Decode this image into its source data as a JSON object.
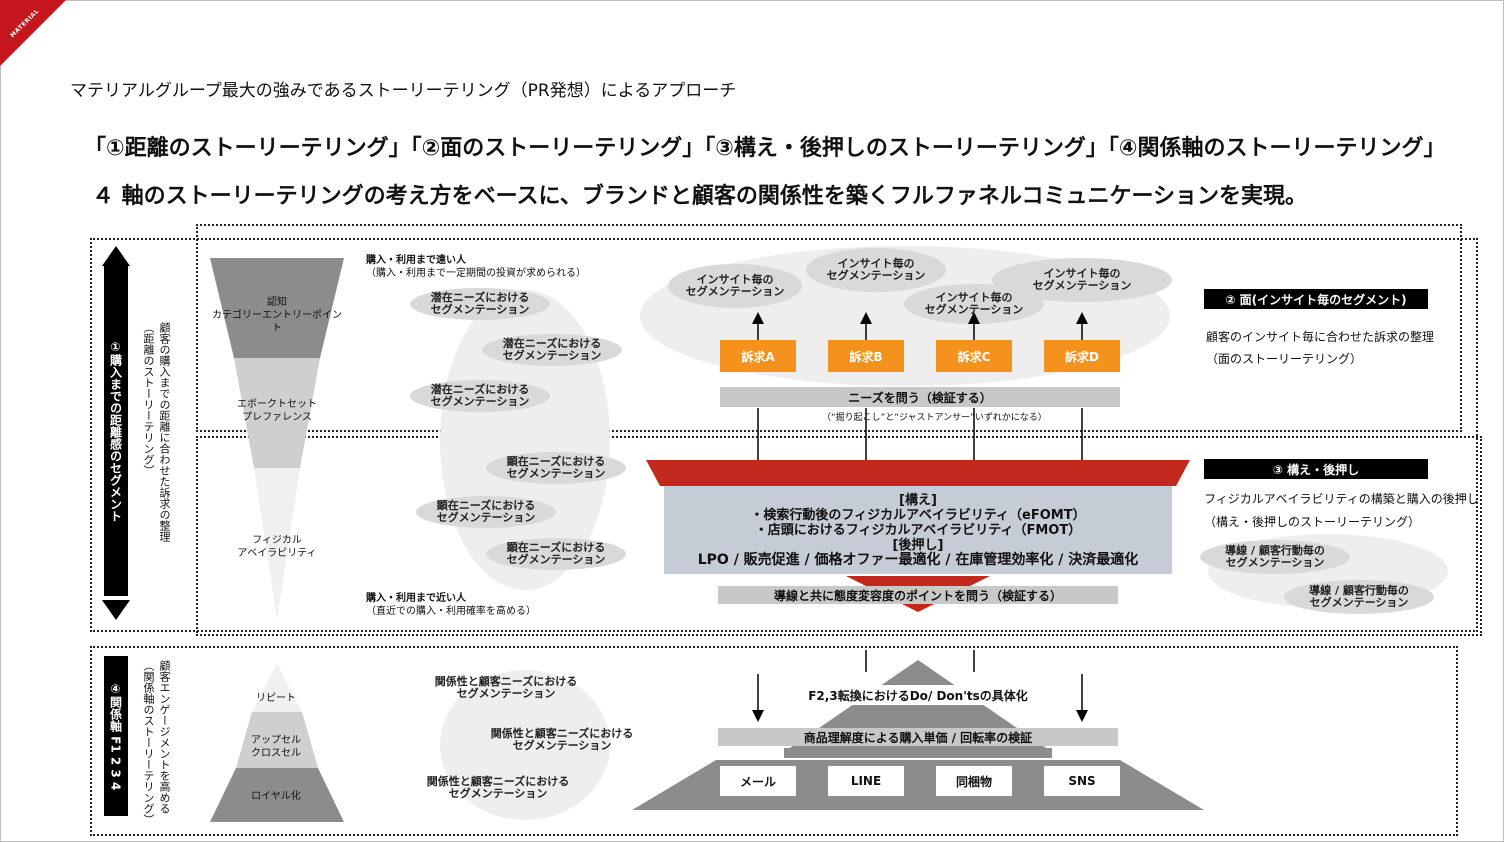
{
  "logo": {
    "text": "MATERIAL"
  },
  "subtitle": "マテリアルグループ最大の強みであるストーリーテリング（PR発想）によるアプローチ",
  "headline1": "「①距離のストーリーテリング」「②面のストーリーテリング」「③構え・後押しのストーリーテリング」「④関係軸のストーリーテリング」",
  "headline2": "４ 軸のストーリーテリングの考え方をベースに、ブランドと顧客の関係性を築くフルファネルコミュニケーションを実現。",
  "left": {
    "band1": "①購入までの距離感のセグメント",
    "band1_desc": "顧客の購入までの距離に合わせた訴求の整理（距離のストーリーテリング）",
    "band2": "④関係軸 F1 2 3 4",
    "band2_desc": "顧客エンゲージメントを高める（関係軸のストーリーテリング）"
  },
  "funnel": {
    "top": "認知\nカテゴリーエントリーポイント",
    "mid": "エボークトセット\nプレファレンス",
    "bottom": "フィジカル\nアベイラビリティ",
    "far_label": "購入・利用まで遠い人",
    "far_note": "（購入・利用まで一定期間の投資が求められる）",
    "near_label": "購入・利用まで近い人",
    "near_note": "（直近での購入・利用確率を高める）"
  },
  "pyramid": {
    "top": "リピート",
    "mid": "アップセル\nクロスセル",
    "bottom": "ロイヤル化"
  },
  "latent_segments": [
    "潜在ニーズにおける\nセグメンテーション",
    "潜在ニーズにおける\nセグメンテーション",
    "潜在ニーズにおける\nセグメンテーション"
  ],
  "manifest_segments": [
    "顕在ニーズにおける\nセグメンテーション",
    "顕在ニーズにおける\nセグメンテーション",
    "顕在ニーズにおける\nセグメンテーション"
  ],
  "relation_segments": [
    "関係性と顧客ニーズにおける\nセグメンテーション",
    "関係性と顧客ニーズにおける\nセグメンテーション",
    "関係性と顧客ニーズにおける\nセグメンテーション"
  ],
  "insight_segments": [
    "インサイト毎の\nセグメンテーション",
    "インサイト毎の\nセグメンテーション",
    "インサイト毎の\nセグメンテーション",
    "インサイト毎の\nセグメンテーション"
  ],
  "appeals": [
    "訴求A",
    "訴求B",
    "訴求C",
    "訴求D"
  ],
  "needs_bar": "ニーズを問う（検証する）",
  "needs_note": "（“掘り起こし”と“ジャストアンサー”いずれかになる）",
  "center_box": {
    "line1": "[構え]",
    "line2": "・検索行動後のフィジカルアベイラビリティ（eFOMT）",
    "line3": "・店頭におけるフィジカルアベイラビリティ（FMOT）",
    "line4": "[後押し]",
    "line5": "LPO / 販売促進 / 価格オファー最適化 / 在庫管理効率化 / 決済最適化"
  },
  "guide_bar": "導線と共に態度変容度のポイントを問う（検証する）",
  "house": {
    "label": "F2,3転換におけるDo/ Don'tsの具体化",
    "bar": "商品理解度による購入単価 / 回転率の検証",
    "channels": [
      "メール",
      "LINE",
      "同梱物",
      "SNS"
    ]
  },
  "right": {
    "h2": "② 面(インサイト毎のセグメント)",
    "h2_desc": "顧客のインサイト毎に合わせた訴求の整理",
    "h2_sub": "（面のストーリーテリング）",
    "h3": "③ 構え・後押し",
    "h3_desc": "フィジカルアベイラビリティの構築と購入の後押し",
    "h3_sub": "（構え・後押しのストーリーテリング）",
    "guide_segments": [
      "導線 / 顧客行動毎の\nセグメンテーション",
      "導線 / 顧客行動毎の\nセグメンテーション"
    ]
  },
  "colors": {
    "accent_red": "#c5161d",
    "orange": "#f5921e",
    "funnel_red": "#c0291b",
    "grey": "#c8c8c8",
    "dark_grey": "#8c8c8c"
  }
}
